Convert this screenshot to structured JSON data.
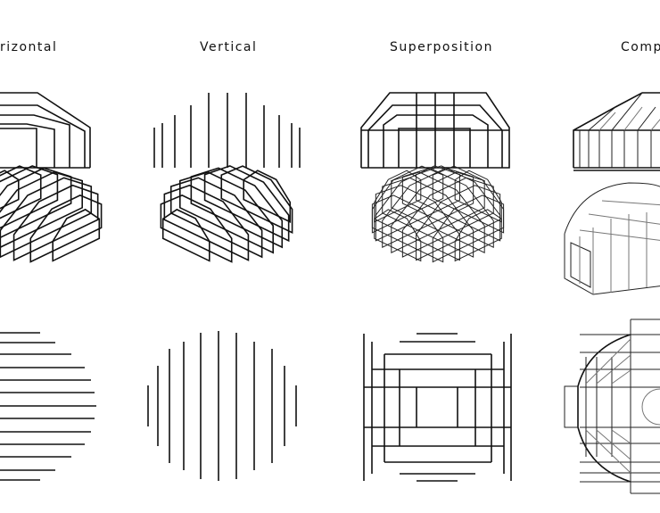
{
  "columns": [
    {
      "label": "rizontal"
    },
    {
      "label": "Vertical"
    },
    {
      "label": "Superposition"
    },
    {
      "label": "Comp"
    }
  ],
  "colors": {
    "line": "#111111",
    "background": "#ffffff"
  }
}
